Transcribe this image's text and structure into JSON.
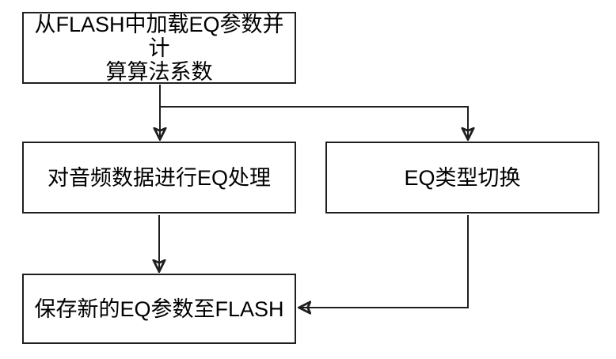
{
  "diagram": {
    "type": "flowchart",
    "background_color": "#ffffff",
    "stroke_color": "#1f1f1f",
    "text_color": "#000000",
    "nodes": [
      {
        "id": "load_eq_params",
        "label": "从FLASH中加载EQ参数并计\n算算法系数"
      },
      {
        "id": "eq_processing",
        "label": "对音频数据进行EQ处理"
      },
      {
        "id": "eq_type_switch",
        "label": "EQ类型切换"
      },
      {
        "id": "save_eq_params",
        "label": "保存新的EQ参数至FLASH"
      }
    ],
    "edges": [
      {
        "from": "load_eq_params",
        "to": "eq_processing",
        "arrow": "down"
      },
      {
        "from": "load_eq_params",
        "to": "eq_type_switch",
        "arrow": "down"
      },
      {
        "from": "eq_processing",
        "to": "save_eq_params",
        "arrow": "down"
      },
      {
        "from": "eq_type_switch",
        "to": "save_eq_params",
        "arrow": "left-into-right-side"
      }
    ]
  }
}
